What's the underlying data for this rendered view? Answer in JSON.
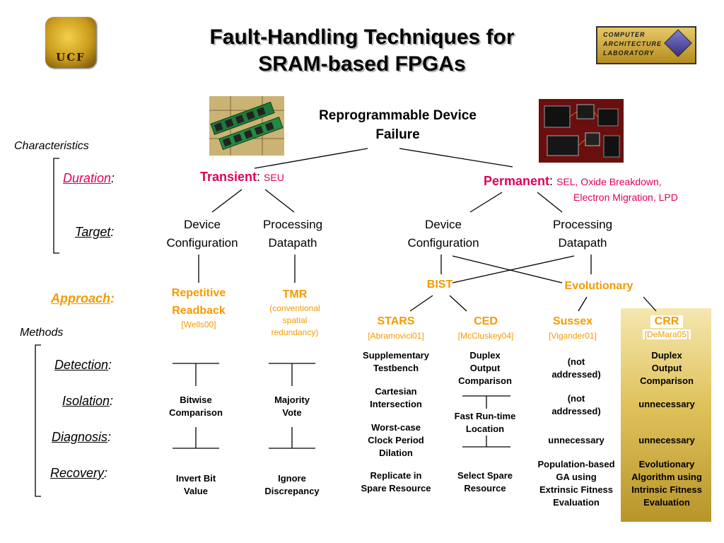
{
  "title": {
    "line1": "Fault-Handling Techniques for",
    "line2": "SRAM-based FPGAs"
  },
  "logos": {
    "left": "UCF",
    "right": [
      "COMPUTER",
      "ARCHITECTURE",
      "LABORATORY"
    ]
  },
  "root": {
    "line1": "Reprogrammable Device",
    "line2": "Failure"
  },
  "left_labels": {
    "characteristics": "Characteristics",
    "duration": "Duration",
    "target": "Target",
    "approach": "Approach",
    "methods": "Methods",
    "detection": "Detection",
    "isolation": "Isolation",
    "diagnosis": "Diagnosis",
    "recovery": "Recovery",
    "colon": ":"
  },
  "duration": {
    "transient": {
      "label": "Transient",
      "detail": "SEU"
    },
    "permanent": {
      "label": "Permanent",
      "detail_line1": "SEL, Oxide Breakdown,",
      "detail_line2": "Electron Migration, LPD"
    }
  },
  "targets": {
    "device_line1": "Device",
    "device_line2": "Configuration",
    "processing_line1": "Processing",
    "processing_line2": "Datapath"
  },
  "approaches": {
    "repetitive": {
      "line1": "Repetitive",
      "line2": "Readback",
      "ref": "[Wells00]"
    },
    "tmr": {
      "label": "TMR",
      "line1": "(conventional",
      "line2": "spatial",
      "line3": "redundancy)"
    },
    "bist": "BIST",
    "evolutionary": "Evolutionary"
  },
  "methods": {
    "stars": {
      "name": "STARS",
      "ref": "[Abramovici01]"
    },
    "ced": {
      "name": "CED",
      "ref": "[McCluskey04]"
    },
    "sussex": {
      "name": "Sussex",
      "ref": "[Vigander01]"
    },
    "crr": {
      "name": "CRR",
      "ref": "[DeMara05]"
    }
  },
  "cells": {
    "rr_isolation": [
      "Bitwise",
      "Comparison"
    ],
    "rr_recovery": [
      "Invert Bit",
      "Value"
    ],
    "tmr_isolation": [
      "Majority",
      "Vote"
    ],
    "tmr_recovery": [
      "Ignore",
      "Discrepancy"
    ],
    "stars_detection": [
      "Supplementary",
      "Testbench"
    ],
    "stars_isolation": [
      "Cartesian",
      "Intersection"
    ],
    "stars_diagnosis": [
      "Worst-case",
      "Clock Period",
      "Dilation"
    ],
    "stars_recovery": [
      "Replicate in",
      "Spare Resource"
    ],
    "ced_detection": [
      "Duplex",
      "Output",
      "Comparison"
    ],
    "ced_isolation": [
      "Fast Run-time",
      "Location"
    ],
    "ced_recovery": [
      "Select Spare",
      "Resource"
    ],
    "sussex_detection": [
      "(not",
      "addressed)"
    ],
    "sussex_isolation": [
      "(not",
      "addressed)"
    ],
    "sussex_diagnosis": [
      "unnecessary"
    ],
    "sussex_recovery": [
      "Population-based",
      "GA using",
      "Extrinsic Fitness",
      "Evaluation"
    ],
    "crr_detection": [
      "Duplex",
      "Output",
      "Comparison"
    ],
    "crr_isolation": [
      "unnecessary"
    ],
    "crr_diagnosis": [
      "unnecessary"
    ],
    "crr_recovery": [
      "Evolutionary",
      "Algorithm using",
      "Intrinsic Fitness",
      "Evaluation"
    ]
  },
  "colors": {
    "red": "#e0005a",
    "orange": "#f59a00",
    "crr_box": "#e0c25c"
  }
}
